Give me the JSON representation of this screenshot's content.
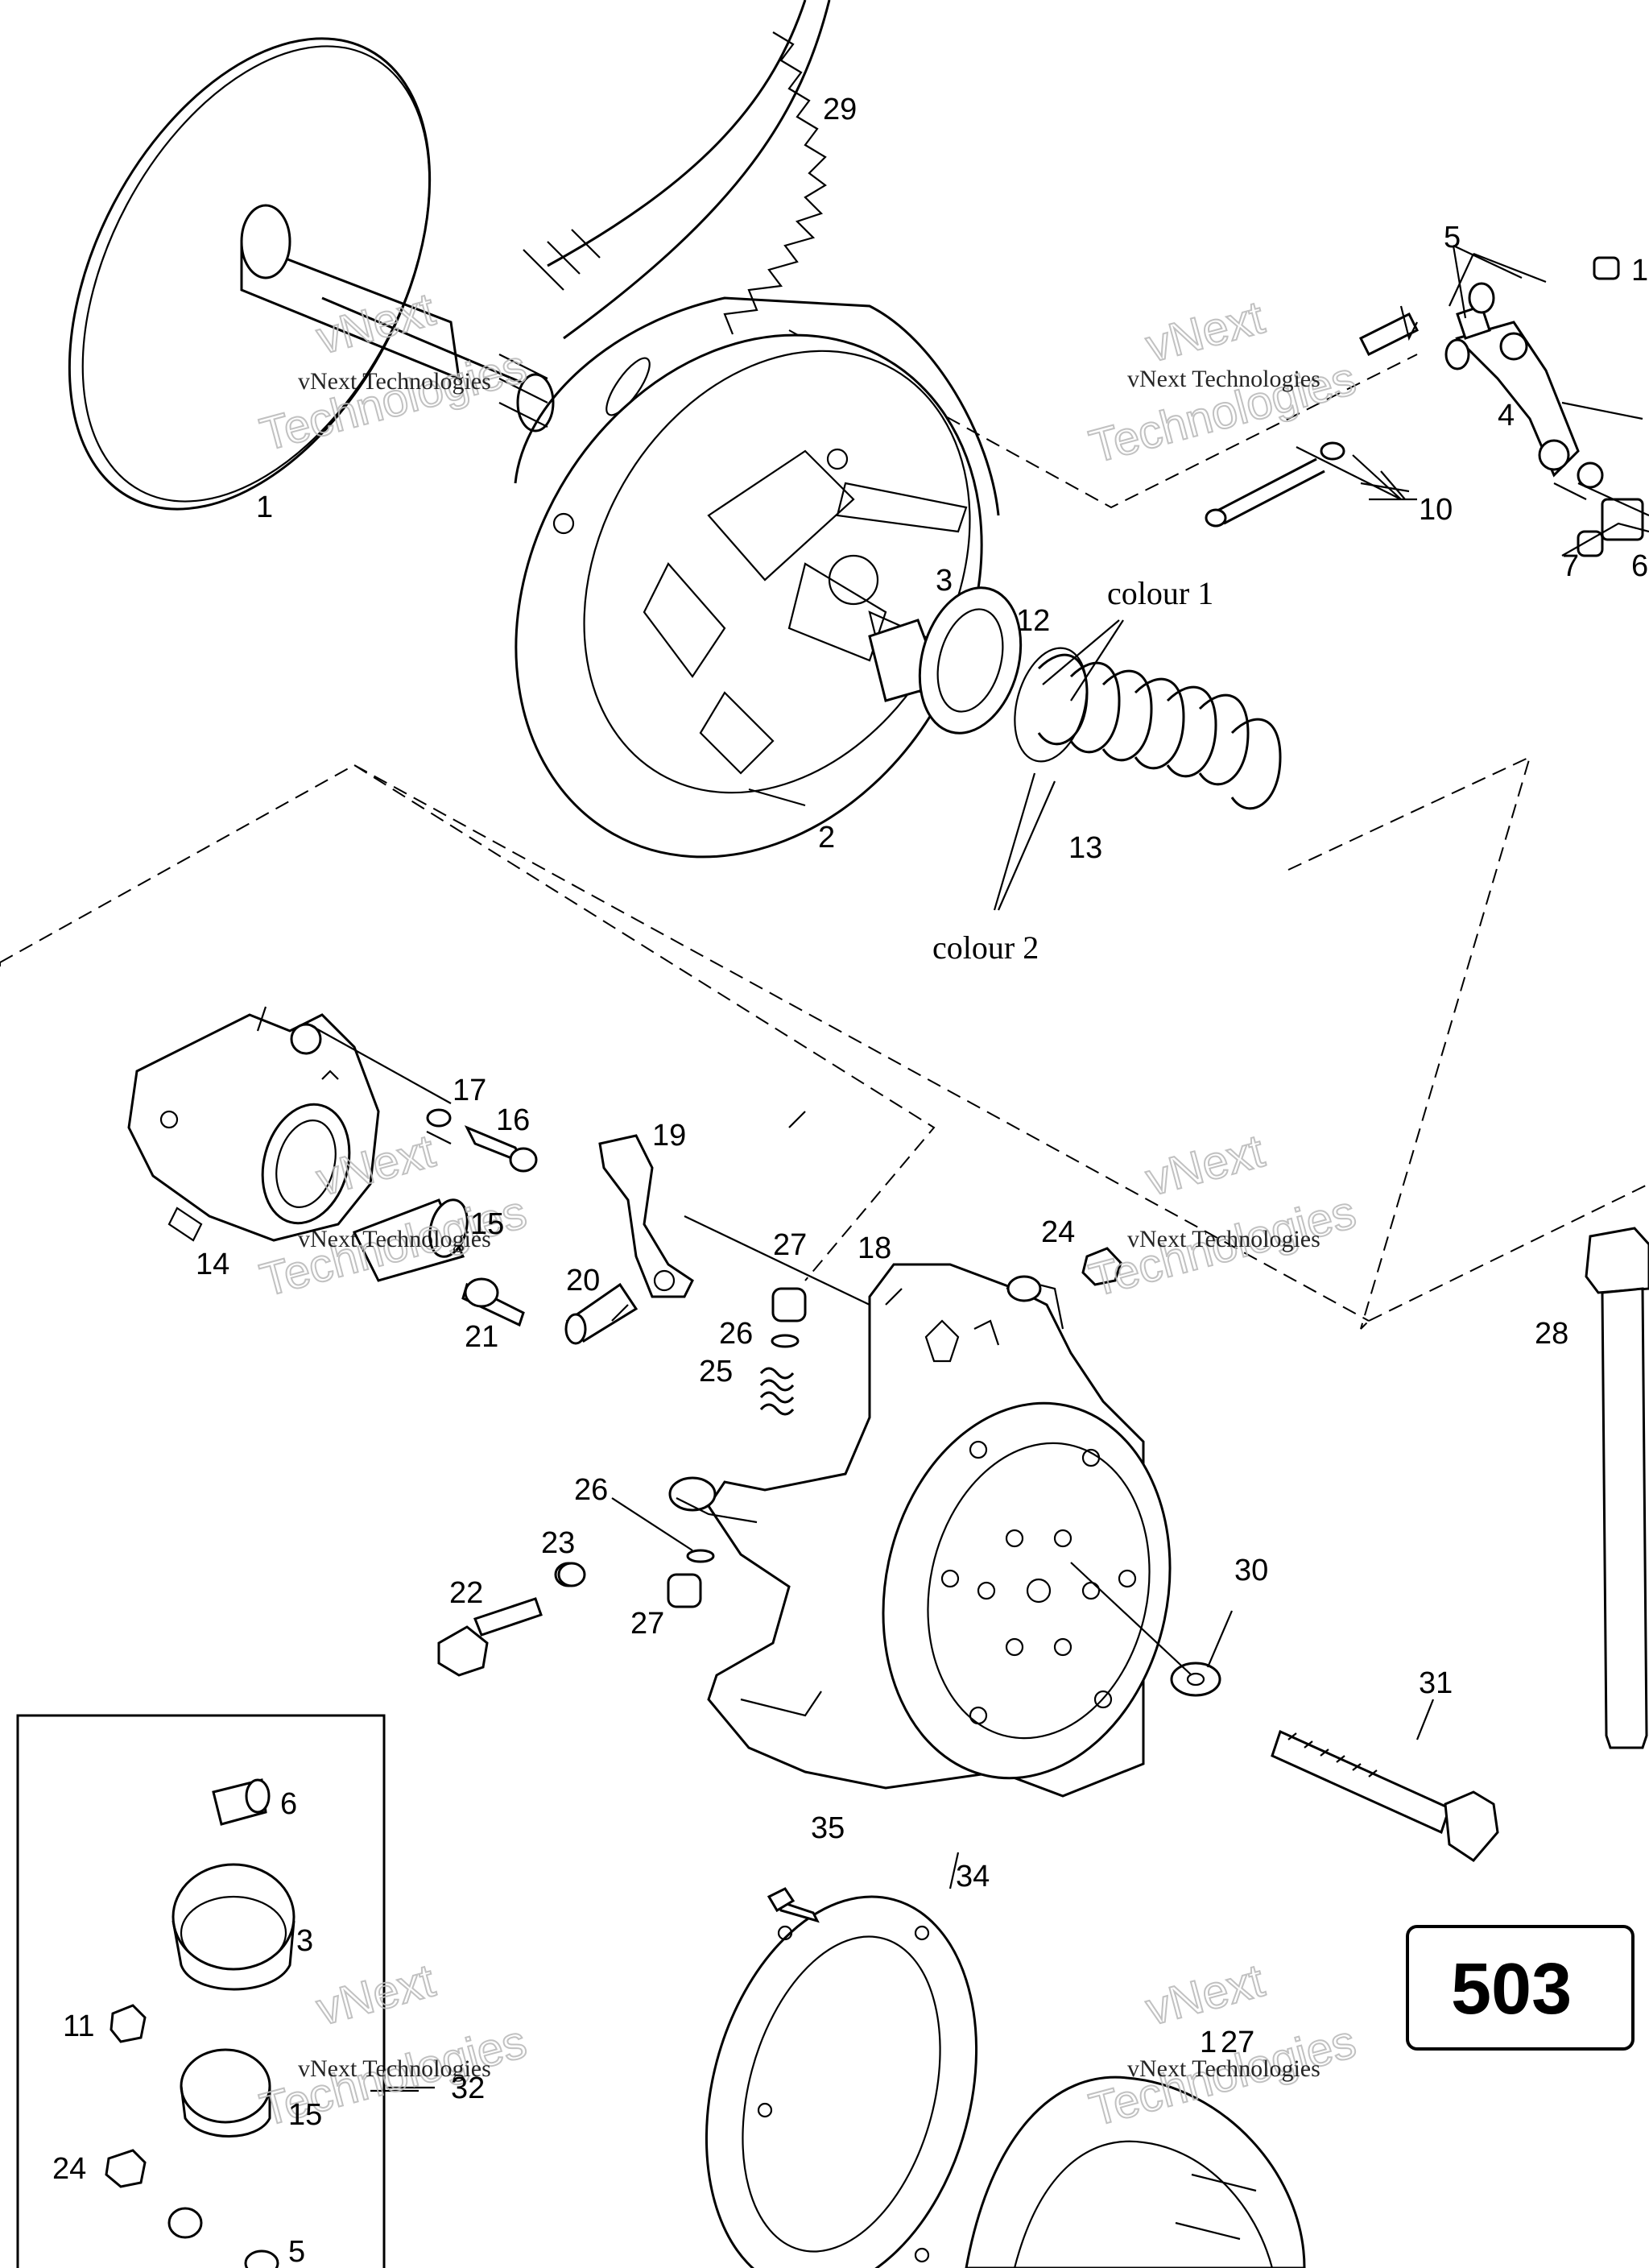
{
  "diagram": {
    "part_labels": {
      "l1": "1",
      "l2": "2",
      "l3": "3",
      "l4": "4",
      "l5": "5",
      "l6": "6",
      "l7": "7",
      "l10": "10",
      "l12": "12",
      "l13": "13",
      "l14": "14",
      "l15": "15",
      "l16": "16",
      "l17": "17",
      "l18": "18",
      "l19": "19",
      "l20": "20",
      "l21": "21",
      "l22": "22",
      "l23": "23",
      "l24": "24",
      "l25": "25",
      "l26a": "26",
      "l26b": "26",
      "l27a": "27",
      "l27b": "27",
      "l28": "28",
      "l29": "29",
      "l30": "30",
      "l31": "31",
      "l34": "34",
      "l35": "35",
      "l1b": "1",
      "l27c": "27"
    },
    "kit_labels": {
      "k6": "6",
      "k3": "3",
      "k11": "11",
      "k15": "15",
      "k24": "24",
      "k5": "5",
      "k32": "32"
    },
    "partial_labels": {
      "p11": "1",
      "p6": "6"
    },
    "callouts": {
      "colour1": "colour 1",
      "colour2": "colour 2"
    },
    "page_number": "503",
    "watermarks": {
      "line1": "vNext Technologies",
      "line2": "vNext",
      "line3": "Technologies"
    }
  }
}
